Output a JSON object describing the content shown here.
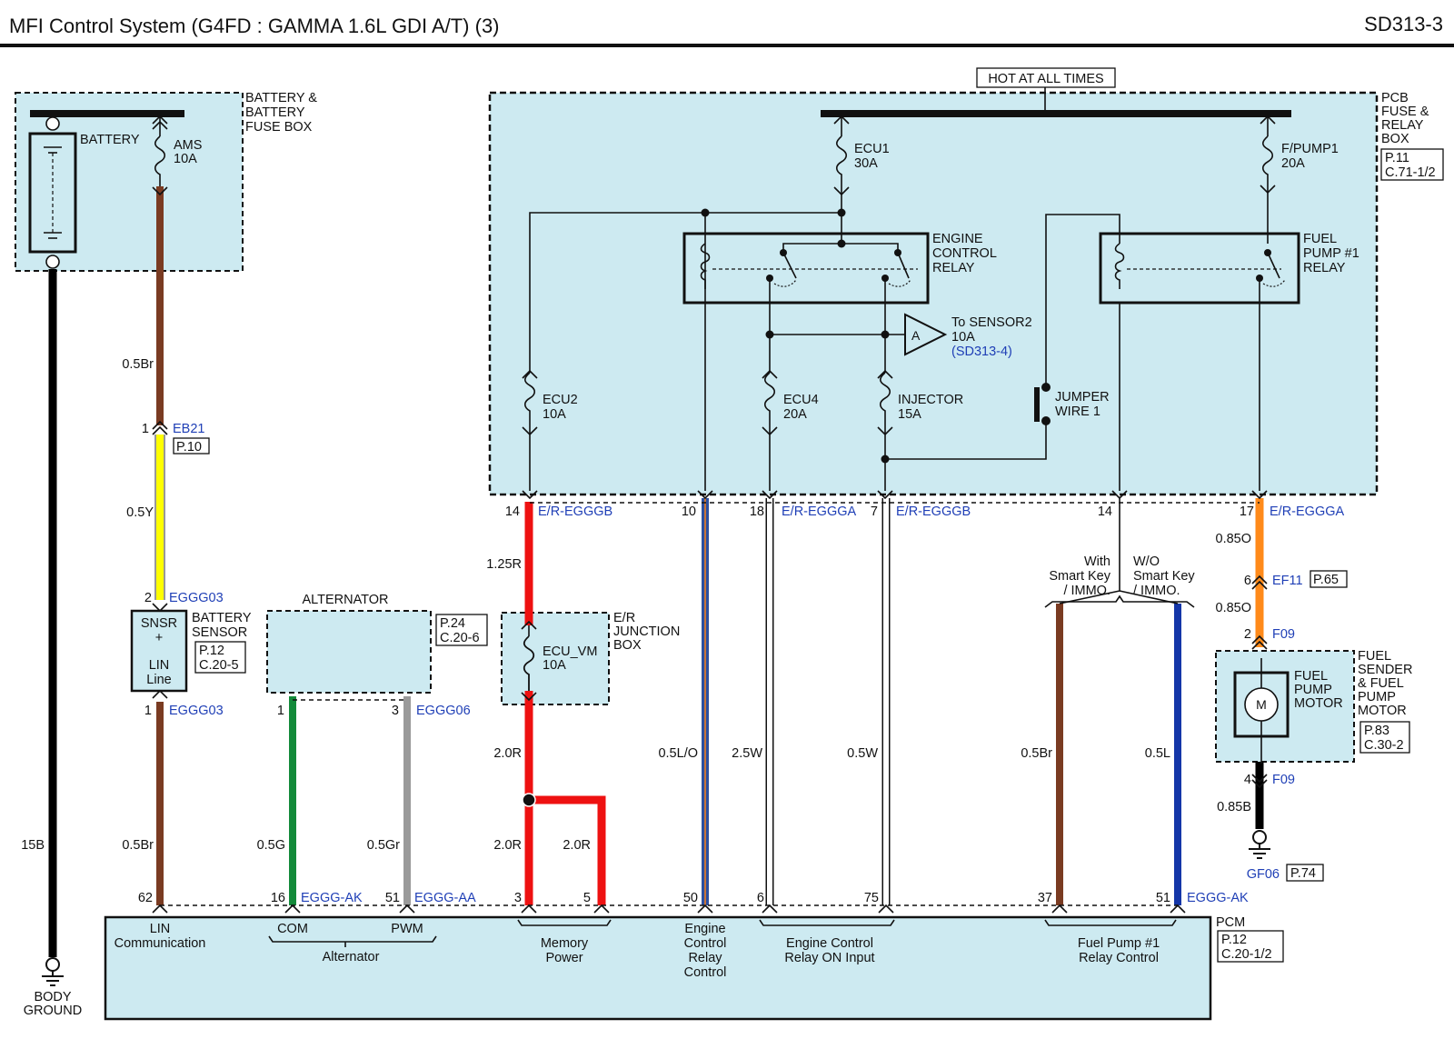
{
  "header": {
    "title": "MFI Control System  (G4FD : GAMMA 1.6L GDI A/T) (3)",
    "page_id": "SD313-3"
  },
  "colors": {
    "module_fill": "#cdeaf1",
    "wire_brown": "#7a3b22",
    "wire_yellow": "#ffff00",
    "wire_red": "#ee1111",
    "wire_green": "#138a3a",
    "wire_gray": "#9a9a9a",
    "wire_blue_orange": "#2b4fa0",
    "wire_blue": "#1436a8",
    "wire_orange": "#ff8a1a",
    "wire_black": "#000000",
    "connector_blue": "#1f3fb6"
  },
  "battery_box": {
    "title_lines": [
      "BATTERY &",
      "BATTERY",
      "FUSE BOX"
    ],
    "battery_label": "BATTERY",
    "fuse_name": "AMS",
    "fuse_rating": "10A"
  },
  "pcb_box": {
    "hot_label": "HOT AT ALL TIMES",
    "title_lines": [
      "PCB",
      "FUSE &",
      "RELAY",
      "BOX"
    ],
    "ref_lines": [
      "P.11",
      "C.71-1/2"
    ],
    "fuses": {
      "ecu1": [
        "ECU1",
        "30A"
      ],
      "fpump1": [
        "F/PUMP1",
        "20A"
      ],
      "ecu2": [
        "ECU2",
        "10A"
      ],
      "ecu4": [
        "ECU4",
        "20A"
      ],
      "injector": [
        "INJECTOR",
        "15A"
      ]
    },
    "engine_relay_lines": [
      "ENGINE",
      "CONTROL",
      "RELAY"
    ],
    "fuel_relay_lines": [
      "FUEL",
      "PUMP #1",
      "RELAY"
    ],
    "sensor_ref": {
      "letter": "A",
      "line1": "To SENSOR2",
      "line2": "10A",
      "link": "(SD313-4)"
    },
    "jumper_lines": [
      "JUMPER",
      "WIRE 1"
    ]
  },
  "pcb_pins": {
    "p14a": "14",
    "c1": "E/R-EGGGB",
    "p10": "10",
    "p18": "18",
    "c2": "E/R-EGGGA",
    "p7": "7",
    "c3": "E/R-EGGGB",
    "p14b": "14",
    "p17": "17",
    "c4": "E/R-EGGGA"
  },
  "wires": {
    "br_05_top": "0.5Br",
    "y_05": "0.5Y",
    "b_15": "15B",
    "br_05_bottom": "0.5Br",
    "g_05": "0.5G",
    "gr_05": "0.5Gr",
    "r_125": "1.25R",
    "r_20_a": "2.0R",
    "r_20_b": "2.0R",
    "r_20_c": "2.0R",
    "lo_05": "0.5L/O",
    "w_25": "2.5W",
    "w_05": "0.5W",
    "br_05_right": "0.5Br",
    "l_05": "0.5L",
    "o_085_a": "0.85O",
    "o_085_b": "0.85O",
    "b_085": "0.85B"
  },
  "connectors": {
    "eb21": {
      "pin": "1",
      "name": "EB21",
      "ref": "P.10"
    },
    "egg03_top": {
      "pin": "2",
      "name": "EGGG03"
    },
    "egg03_bottom": {
      "pin": "1",
      "name": "EGGG03"
    },
    "alt_com": {
      "pin": "1"
    },
    "egg06": {
      "pin": "3",
      "name": "EGGG06"
    },
    "ef11": {
      "pin": "6",
      "name": "EF11",
      "ref": "P.65"
    },
    "f09_top": {
      "pin": "2",
      "name": "F09"
    },
    "f09_bottom": {
      "pin": "4",
      "name": "F09"
    },
    "gf06": {
      "name": "GF06",
      "ref": "P.74"
    }
  },
  "battery_sensor": {
    "inner_lines": [
      "SNSR",
      "+",
      "LIN",
      "Line"
    ],
    "title_lines": [
      "BATTERY",
      "SENSOR"
    ],
    "ref_lines": [
      "P.12",
      "C.20-5"
    ]
  },
  "alternator": {
    "title": "ALTERNATOR",
    "ref_lines": [
      "P.24",
      "C.20-6"
    ]
  },
  "er_junction": {
    "fuse_name": "ECU_VM",
    "fuse_rating": "10A",
    "title_lines": [
      "E/R",
      "JUNCTION",
      "BOX"
    ]
  },
  "smart_key": {
    "with_lines": [
      "With",
      "Smart Key",
      "/ IMMO."
    ],
    "without_lines": [
      "W/O",
      "Smart Key",
      "/ IMMO."
    ]
  },
  "fuel_sender": {
    "motor_symbol": "M",
    "inner_lines": [
      "FUEL",
      "PUMP",
      "MOTOR"
    ],
    "title_lines": [
      "FUEL",
      "SENDER",
      "& FUEL",
      "PUMP",
      "MOTOR"
    ],
    "ref_lines": [
      "P.83",
      "C.30-2"
    ]
  },
  "body_ground": [
    "BODY",
    "GROUND"
  ],
  "pcm": {
    "title": "PCM",
    "ref_lines": [
      "P.12",
      "C.20-1/2"
    ],
    "pins": {
      "p62": "62",
      "p16": "16",
      "c16": "EGGG-AK",
      "p51a": "51",
      "c51a": "EGGG-AA",
      "p3": "3",
      "p5": "5",
      "p50": "50",
      "p6": "6",
      "p75": "75",
      "p37": "37",
      "p51b": "51",
      "c51b": "EGGG-AK"
    },
    "labels": {
      "lin": [
        "LIN",
        "Communication"
      ],
      "com": "COM",
      "pwm": "PWM",
      "alternator": "Alternator",
      "memory": [
        "Memory",
        "Power"
      ],
      "ecrc": [
        "Engine",
        "Control",
        "Relay",
        "Control"
      ],
      "ecr_on": [
        "Engine Control",
        "Relay ON Input"
      ],
      "fp_relay": [
        "Fuel Pump #1",
        "Relay Control"
      ]
    }
  }
}
